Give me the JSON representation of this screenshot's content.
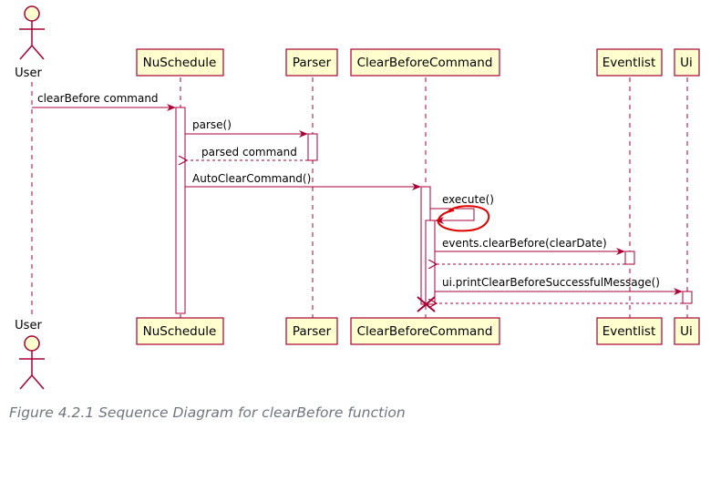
{
  "diagram": {
    "caption": "Figure 4.2.1 Sequence Diagram for clearBefore function",
    "actor": {
      "name": "User"
    },
    "participants": [
      {
        "id": "nuschedule",
        "label": "NuSchedule"
      },
      {
        "id": "parser",
        "label": "Parser"
      },
      {
        "id": "clearbeforecommand",
        "label": "ClearBeforeCommand"
      },
      {
        "id": "eventlist",
        "label": "Eventlist"
      },
      {
        "id": "ui",
        "label": "Ui"
      }
    ],
    "messages": [
      {
        "id": "m1",
        "label": "clearBefore command"
      },
      {
        "id": "m2",
        "label": "parse()"
      },
      {
        "id": "m3",
        "label": "parsed command"
      },
      {
        "id": "m4",
        "label": "AutoClearCommand()"
      },
      {
        "id": "m5",
        "label": "execute()"
      },
      {
        "id": "m6",
        "label": "events.clearBefore(clearDate)"
      },
      {
        "id": "m7",
        "label": ""
      },
      {
        "id": "m8",
        "label": "ui.printClearBeforeSuccessfulMessage()"
      },
      {
        "id": "m9",
        "label": ""
      }
    ],
    "colors": {
      "line": "#a80036",
      "participant_fill": "#fefece",
      "lifeline": "#a80036",
      "annotation": "#e00000",
      "caption": "#6f7680"
    }
  }
}
